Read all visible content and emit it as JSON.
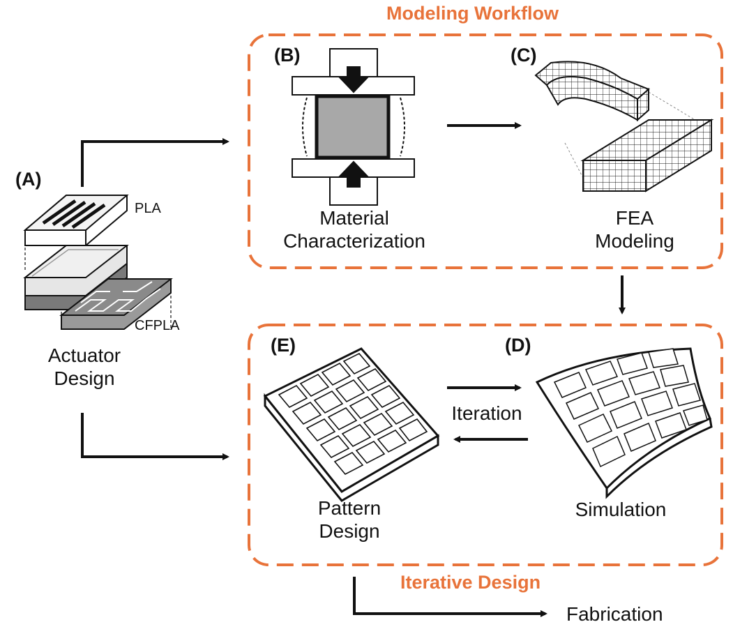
{
  "groups": {
    "modeling": {
      "title": "Modeling Workflow",
      "color": "#E8733A"
    },
    "iterative": {
      "title": "Iterative Design",
      "color": "#E8733A"
    }
  },
  "panels": {
    "a": {
      "tag": "(A)",
      "label_line1": "Actuator",
      "label_line2": "Design",
      "layer_top": "PLA",
      "layer_bottom": "CFPLA"
    },
    "b": {
      "tag": "(B)",
      "label_line1": "Material",
      "label_line2": "Characterization"
    },
    "c": {
      "tag": "(C)",
      "label_line1": "FEA",
      "label_line2": "Modeling"
    },
    "d": {
      "tag": "(D)",
      "label": "Simulation"
    },
    "e": {
      "tag": "(E)",
      "label_line1": "Pattern",
      "label_line2": "Design"
    }
  },
  "loop_label": "Iteration",
  "output_label": "Fabrication",
  "colors": {
    "line": "#111111",
    "gray_fill": "#a8a8a8",
    "dark_gray": "#7a7a7a",
    "light_gray": "#e6e6e6"
  }
}
